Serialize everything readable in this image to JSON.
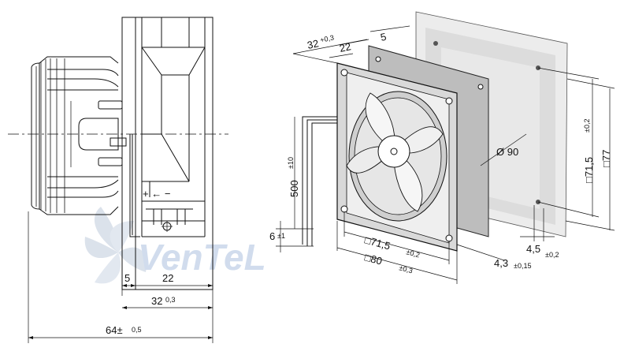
{
  "side_view": {
    "dim_5": "5",
    "dim_22": "22",
    "dim_32": "32",
    "dim_32_tol": "0,3",
    "dim_64": "64±",
    "dim_64_tol": "0,5",
    "airflow_label": "+  ←  −"
  },
  "iso_view": {
    "dim_32": "32",
    "dim_32_tol": "+0,3",
    "dim_5": "5",
    "dim_22": "22",
    "dim_500": "500",
    "dim_500_tol": "±10",
    "dim_6": "6",
    "dim_6_tol": "±1",
    "dim_71_5": "□71,5",
    "dim_71_5_tol": "±0,2",
    "dim_80": "□80",
    "dim_80_tol": "±0,3",
    "dim_90": "Ø 90",
    "dim_4_3": "4,3",
    "dim_4_3_tol": "±0,15",
    "dim_4_5": "4,5",
    "dim_4_5_tol": "±0,2",
    "dim_71_5_v": "□71,5",
    "dim_71_5_v_tol": "±0,2",
    "dim_77": "□77"
  },
  "watermark": "VenTeL"
}
